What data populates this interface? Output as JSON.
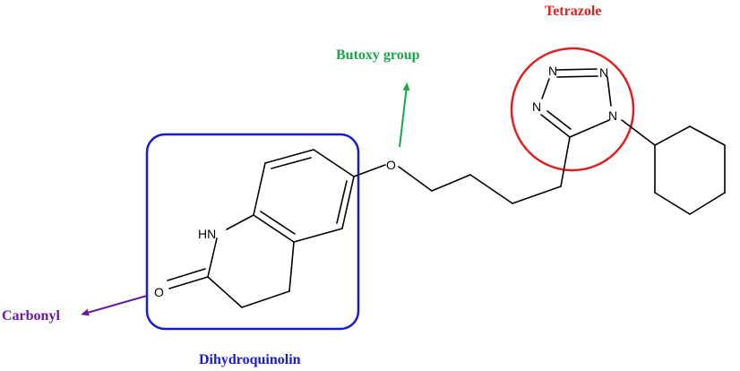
{
  "labels": {
    "tetrazole": "Tetrazole",
    "butoxy": "Butoxy group",
    "dihydroquinolin": "Dihydroquinolin",
    "carbonyl": "Carbonyl"
  },
  "atoms": {
    "nh": "HN",
    "carbonyl_o": "O",
    "ether_o": "O",
    "tz_n1": "N",
    "tz_n2": "N",
    "tz_n3": "N",
    "tz_n4": "N"
  },
  "colors": {
    "tetrazole": "#e02020",
    "butoxy": "#1aa64a",
    "dihydroquinolin": "#1a1ad0",
    "carbonyl": "#6a1a9a",
    "bonds": "#000000"
  }
}
